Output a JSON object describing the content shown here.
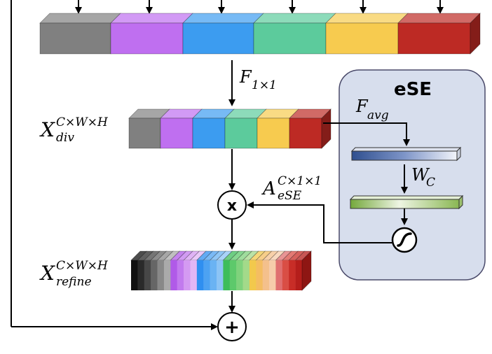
{
  "diagram": {
    "colors": {
      "gray": "#808080",
      "purple": "#bf6ff0",
      "blue": "#3c9cf0",
      "green": "#5ccb9c",
      "yellow": "#f7cb4f",
      "red": "#bd2a24",
      "panel_fill": "#d7deed",
      "panel_border": "#4a4a6a"
    },
    "labels": {
      "f1x1": {
        "base": "F",
        "sub": "1×1"
      },
      "x_div": {
        "base": "X",
        "sup": "C×W×H",
        "sub": "div"
      },
      "a_ese": {
        "base": "A",
        "sup": "C×1×1",
        "sub": "eSE"
      },
      "x_refine": {
        "base": "X",
        "sup": "C×W×H",
        "sub": "refine"
      },
      "f_avg": {
        "base": "F",
        "sub": "avg"
      },
      "w_c": {
        "base": "W",
        "sub": "C"
      }
    },
    "ese_title": "eSE",
    "multiply_symbol": "x",
    "add_symbol": "+",
    "icons": {
      "sigmoid": "sigmoid-icon"
    }
  }
}
